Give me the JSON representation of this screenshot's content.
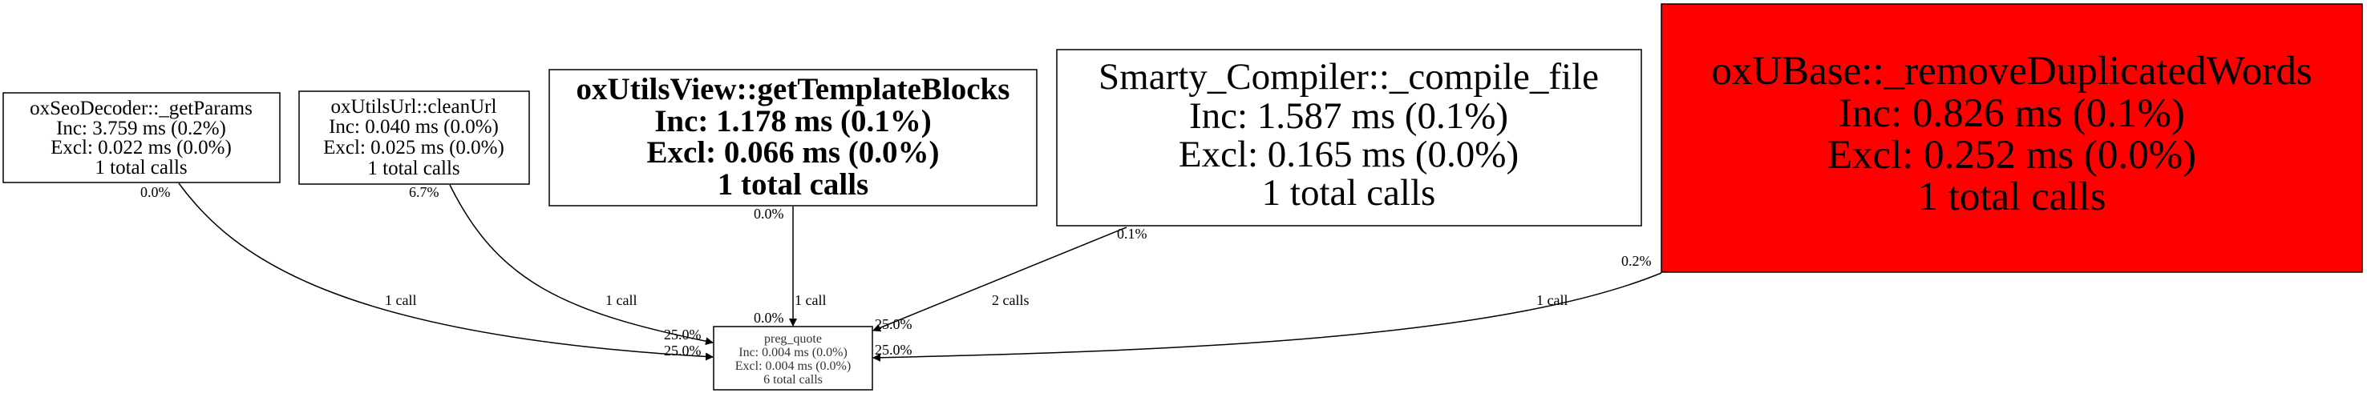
{
  "nodes": {
    "seo": {
      "lines": [
        "oxSeoDecoder::_getParams",
        "Inc: 3.759 ms (0.2%)",
        "Excl: 0.022 ms (0.0%)",
        "1 total calls"
      ],
      "fill": "#ffffff"
    },
    "url": {
      "lines": [
        "oxUtilsUrl::cleanUrl",
        "Inc: 0.040 ms (0.0%)",
        "Excl: 0.025 ms (0.0%)",
        "1 total calls"
      ],
      "fill": "#ffffff"
    },
    "tpl": {
      "lines": [
        "oxUtilsView::getTemplateBlocks",
        "Inc: 1.178 ms (0.1%)",
        "Excl: 0.066 ms (0.0%)",
        "1 total calls"
      ],
      "fill": "#ffffff"
    },
    "smarty": {
      "lines": [
        "Smarty_Compiler::_compile_file",
        "Inc: 1.587 ms (0.1%)",
        "Excl: 0.165 ms (0.0%)",
        "1 total calls"
      ],
      "fill": "#ffffff"
    },
    "ubase": {
      "lines": [
        "oxUBase::_removeDuplicatedWords",
        "Inc: 0.826 ms (0.1%)",
        "Excl: 0.252 ms (0.0%)",
        "1 total calls"
      ],
      "fill": "#ff0000"
    },
    "preg": {
      "lines": [
        "preg_quote",
        "Inc: 0.004 ms (0.0%)",
        "Excl: 0.004 ms (0.0%)",
        "6 total calls"
      ],
      "fill": "#ffffff"
    }
  },
  "edges": {
    "seo": {
      "calls": "1 call",
      "tail": "0.0%",
      "head": "25.0%"
    },
    "url": {
      "calls": "1 call",
      "tail": "6.7%",
      "head": "25.0%"
    },
    "tpl": {
      "calls": "1 call",
      "tail": "0.0%",
      "head": "0.0%"
    },
    "smarty": {
      "calls": "2 calls",
      "tail": "0.1%",
      "head": "25.0%"
    },
    "ubase": {
      "calls": "1 call",
      "tail": "0.2%",
      "head": "25.0%"
    }
  }
}
